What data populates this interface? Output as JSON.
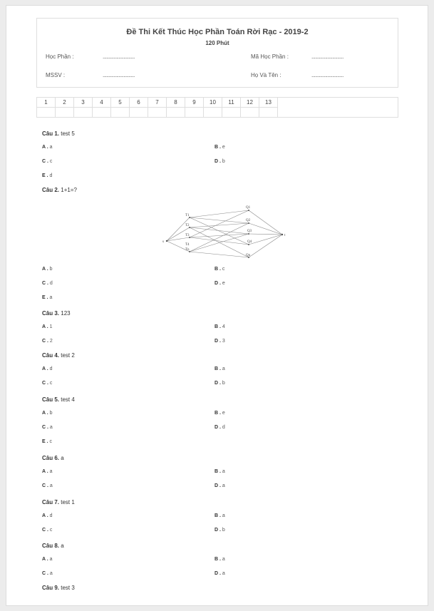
{
  "header": {
    "title": "Đề Thi Kết Thúc Học Phần Toán Rời Rạc - 2019-2",
    "duration": "120 Phút",
    "course_label": "Học Phần :",
    "course_value": "..........................",
    "code_label": "Mã Học Phần :",
    "code_value": "..........................",
    "student_id_label": "MSSV :",
    "student_id_value": "..........................",
    "name_label": "Họ Và Tên :",
    "name_value": ".........................."
  },
  "answer_grid": {
    "numbers": [
      "1",
      "2",
      "3",
      "4",
      "5",
      "6",
      "7",
      "8",
      "9",
      "10",
      "11",
      "12",
      "13"
    ]
  },
  "questions": [
    {
      "label": "Câu 1.",
      "text": "test 5",
      "options": [
        {
          "k": "A .",
          "v": "a"
        },
        {
          "k": "B .",
          "v": "e"
        },
        {
          "k": "C .",
          "v": "c"
        },
        {
          "k": "D .",
          "v": "b"
        },
        {
          "k": "E .",
          "v": "d"
        }
      ]
    },
    {
      "label": "Câu 2.",
      "text": "1+1=?",
      "options": [
        {
          "k": "A .",
          "v": "b"
        },
        {
          "k": "B .",
          "v": "c"
        },
        {
          "k": "C .",
          "v": "d"
        },
        {
          "k": "D .",
          "v": "e"
        },
        {
          "k": "E .",
          "v": "a"
        }
      ]
    },
    {
      "label": "Câu 3.",
      "text": "123",
      "options": [
        {
          "k": "A .",
          "v": "1"
        },
        {
          "k": "B .",
          "v": "4"
        },
        {
          "k": "C .",
          "v": "2"
        },
        {
          "k": "D .",
          "v": "3"
        }
      ]
    },
    {
      "label": "Câu 4.",
      "text": "test 2",
      "options": [
        {
          "k": "A .",
          "v": "d"
        },
        {
          "k": "B .",
          "v": "a"
        },
        {
          "k": "C .",
          "v": "c"
        },
        {
          "k": "D .",
          "v": "b"
        }
      ]
    },
    {
      "label": "Câu 5.",
      "text": "test 4",
      "options": [
        {
          "k": "A .",
          "v": "b"
        },
        {
          "k": "B .",
          "v": "e"
        },
        {
          "k": "C .",
          "v": "a"
        },
        {
          "k": "D .",
          "v": "d"
        },
        {
          "k": "E .",
          "v": "c"
        }
      ]
    },
    {
      "label": "Câu 6.",
      "text": "a",
      "options": [
        {
          "k": "A .",
          "v": "a"
        },
        {
          "k": "B .",
          "v": "a"
        },
        {
          "k": "C .",
          "v": "a"
        },
        {
          "k": "D .",
          "v": "a"
        }
      ]
    },
    {
      "label": "Câu 7.",
      "text": "test 1",
      "options": [
        {
          "k": "A .",
          "v": "d"
        },
        {
          "k": "B .",
          "v": "a"
        },
        {
          "k": "C .",
          "v": "c"
        },
        {
          "k": "D .",
          "v": "b"
        }
      ]
    },
    {
      "label": "Câu 8.",
      "text": "a",
      "options": [
        {
          "k": "A .",
          "v": "a"
        },
        {
          "k": "B .",
          "v": "a"
        },
        {
          "k": "C .",
          "v": "a"
        },
        {
          "k": "D .",
          "v": "a"
        }
      ]
    },
    {
      "label": "Câu 9.",
      "text": "test 3",
      "options": []
    }
  ],
  "figure": {
    "source_label": "s",
    "sink_label": "t",
    "left_nodes": [
      "T1",
      "T2",
      "T3",
      "T4",
      "Tn"
    ],
    "right_nodes": [
      "Q1",
      "Q2",
      "Q3",
      "Q4",
      "Qn"
    ]
  }
}
